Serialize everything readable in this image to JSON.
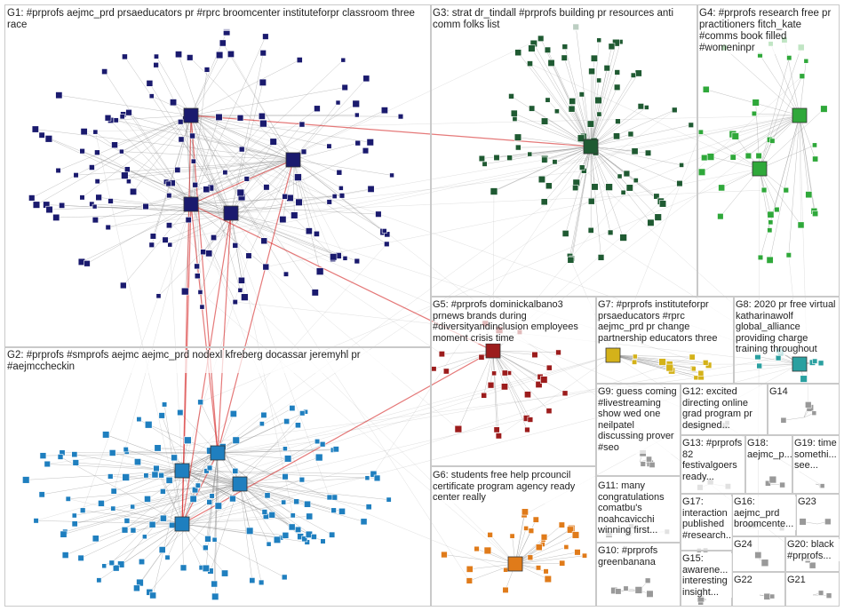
{
  "groups": [
    {
      "id": "G1",
      "label": "G1: #prprofs aejmc_prd prsaeducators pr #rprc broomcenter instituteforpr classroom three race",
      "color": "#1a1a6e"
    },
    {
      "id": "G2",
      "label": "G2: #prprofs #smprofs aejmc aejmc_prd nodexl kfreberg docassar jeremyhl pr #aejmccheckin",
      "color": "#1f7fbf"
    },
    {
      "id": "G3",
      "label": "G3: strat dr_tindall #prprofs building pr resources anti comm folks list",
      "color": "#1f5a32"
    },
    {
      "id": "G4",
      "label": "G4: #prprofs research free pr practitioners fitch_kate #comms book filled #womeninpr",
      "color": "#2fa83a"
    },
    {
      "id": "G5",
      "label": "G5: #prprofs dominickalbano3 prnews brands during #diversityandinclusion employees moment crisis time",
      "color": "#9c1c1c"
    },
    {
      "id": "G6",
      "label": "G6: students free help prcouncil certificate program agency ready center really",
      "color": "#e07b1a"
    },
    {
      "id": "G7",
      "label": "G7: #prprofs instituteforpr prsaeducators #rprc aejmc_prd pr change partnership educators three",
      "color": "#d4b21a"
    },
    {
      "id": "G8",
      "label": "G8: 2020 pr free virtual katharinawolf global_alliance providing charge training throughout",
      "color": "#2aa0a0"
    },
    {
      "id": "G9",
      "label": "G9: guess coming #livestreaming show wed one neilpatel discussing prover #seo",
      "color": "#999999"
    },
    {
      "id": "G10",
      "label": "G10: #prprofs greenbanana",
      "color": "#999999"
    },
    {
      "id": "G11",
      "label": "G11: many congratulations comatbu's noahcavicchi winning first...",
      "color": "#999999"
    },
    {
      "id": "G12",
      "label": "G12: excited directing online grad program pr designed...",
      "color": "#999999"
    },
    {
      "id": "G13",
      "label": "G13: #prprofs 82 festivalgoers ready...",
      "color": "#999999"
    },
    {
      "id": "G14",
      "label": "G14",
      "color": "#999999"
    },
    {
      "id": "G15",
      "label": "G15: awarene... interesting insight...",
      "color": "#999999"
    },
    {
      "id": "G16",
      "label": "G16: aejmc_prd broomcente...",
      "color": "#999999"
    },
    {
      "id": "G17",
      "label": "G17: interaction published #research...",
      "color": "#999999"
    },
    {
      "id": "G18",
      "label": "G18: aejmc_p...",
      "color": "#999999"
    },
    {
      "id": "G19",
      "label": "G19: time somethi... see...",
      "color": "#999999"
    },
    {
      "id": "G20",
      "label": "G20: black #prprofs...",
      "color": "#999999"
    },
    {
      "id": "G21",
      "label": "G21",
      "color": "#999999"
    },
    {
      "id": "G22",
      "label": "G22",
      "color": "#999999"
    },
    {
      "id": "G23",
      "label": "G23",
      "color": "#999999"
    },
    {
      "id": "G24",
      "label": "G24",
      "color": "#999999"
    }
  ],
  "colors": {
    "border": "#c9c9c9",
    "edge": "#8c8c8c",
    "hub_edge": "#d42020"
  }
}
